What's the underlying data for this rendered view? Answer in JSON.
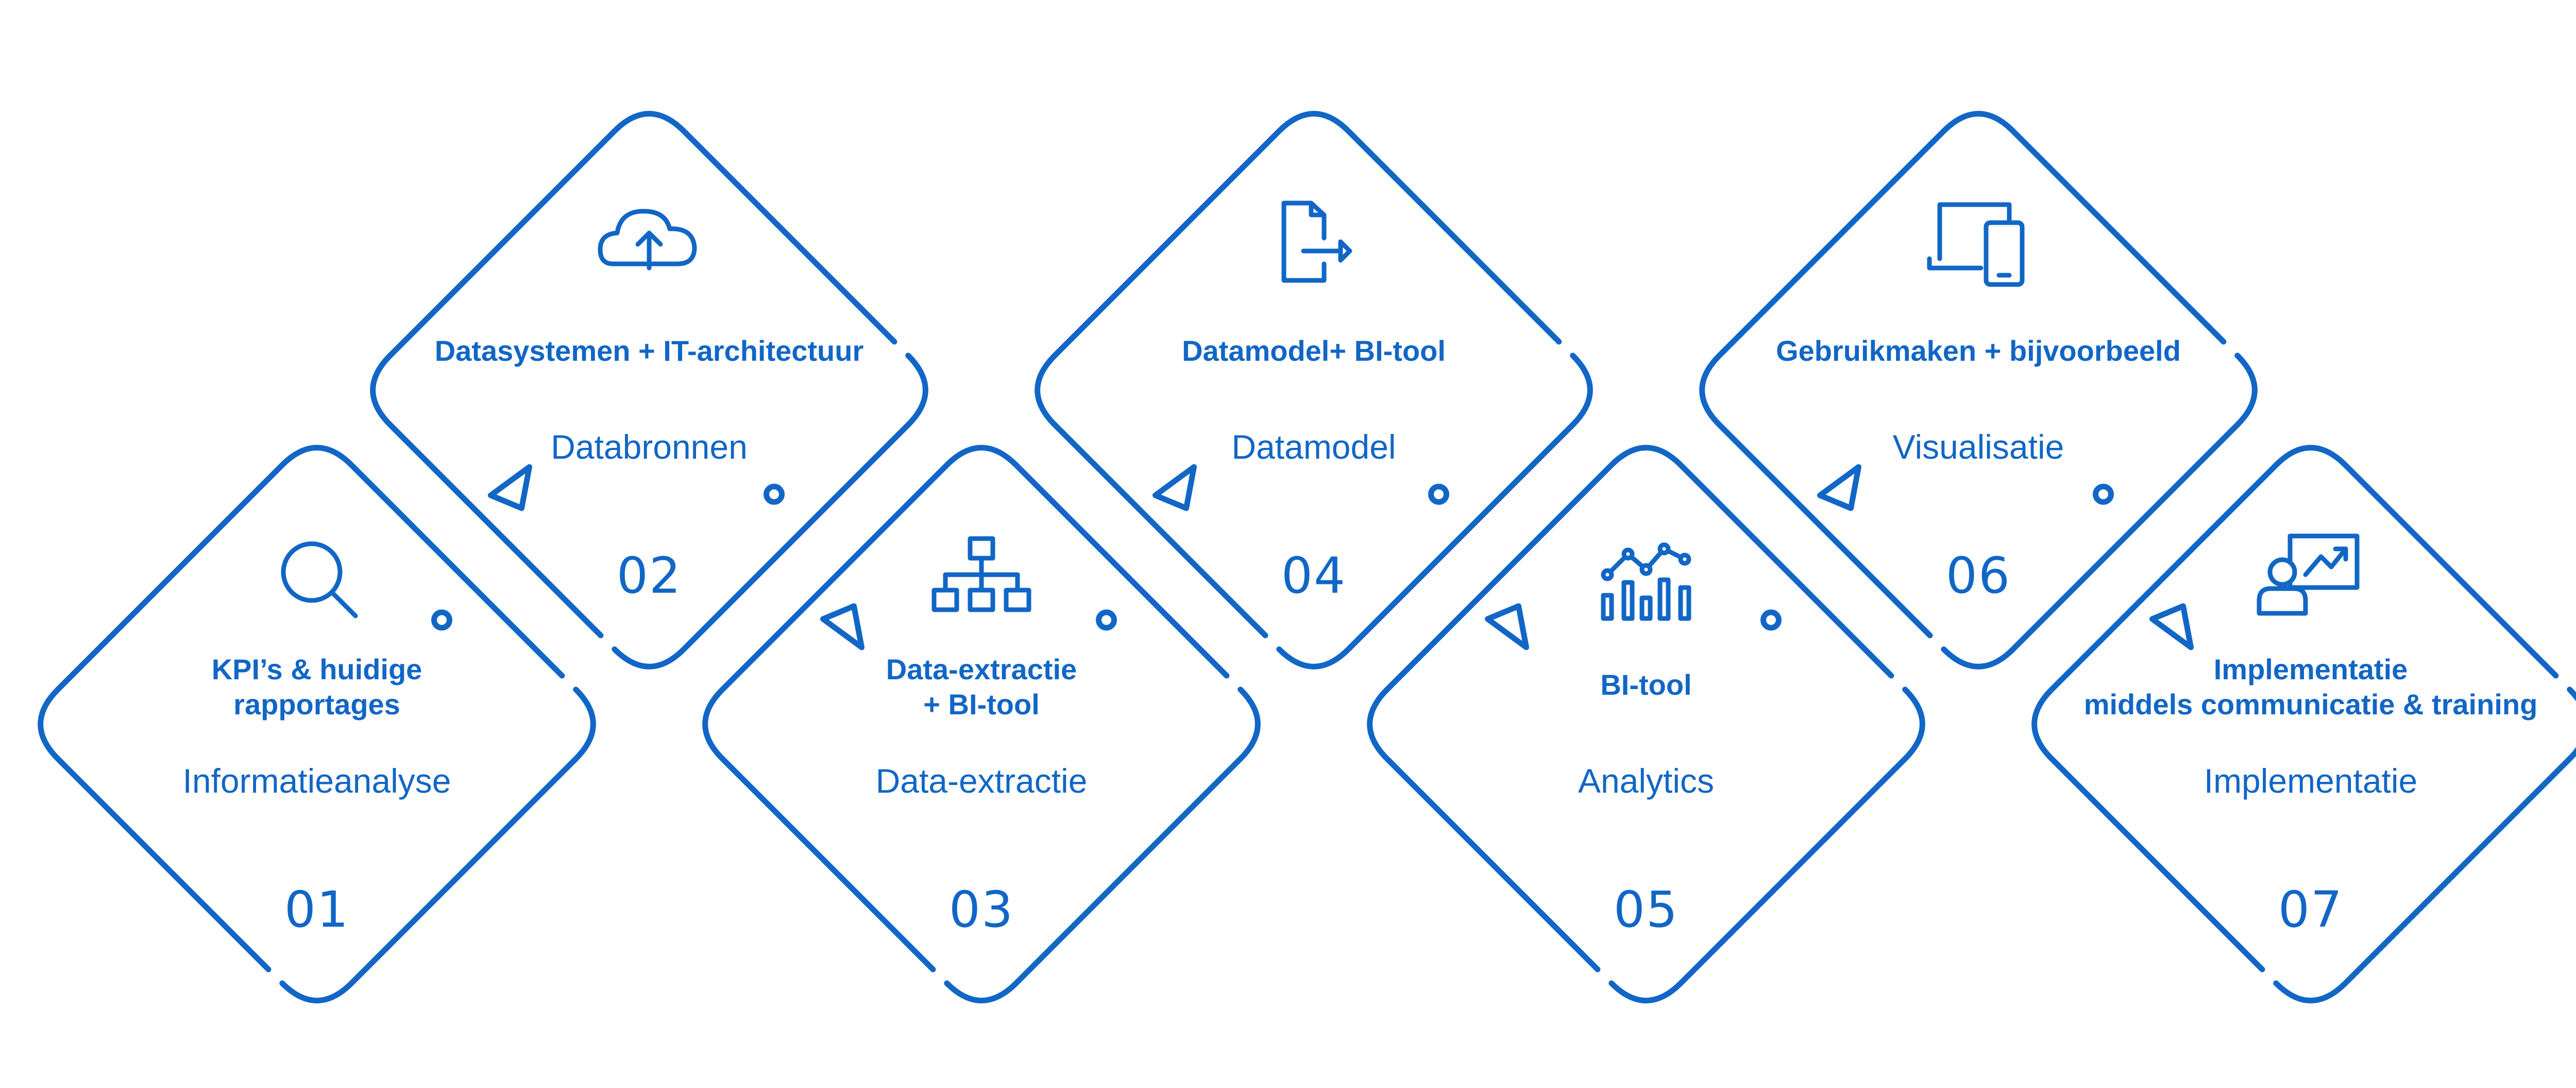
{
  "theme": {
    "stroke_color": "#1166c6",
    "background": "#ffffff"
  },
  "steps": [
    {
      "number": "01",
      "title": "Informatieanalyse",
      "description": "KPI’s & huidige\nrapportages",
      "icon": "magnifier-icon",
      "row": "bottom"
    },
    {
      "number": "02",
      "title": "Databronnen",
      "description": "Datasystemen + IT-architectuur",
      "icon": "cloud-upload-icon",
      "row": "top"
    },
    {
      "number": "03",
      "title": "Data-extractie",
      "description": "Data-extractie\n+ BI-tool",
      "icon": "hierarchy-icon",
      "row": "bottom"
    },
    {
      "number": "04",
      "title": "Datamodel",
      "description": "Datamodel+ BI-tool",
      "icon": "document-export-icon",
      "row": "top"
    },
    {
      "number": "05",
      "title": "Analytics",
      "description": "BI-tool",
      "icon": "bar-line-chart-icon",
      "row": "bottom"
    },
    {
      "number": "06",
      "title": "Visualisatie",
      "description": "Gebruikmaken + bijvoorbeeld",
      "icon": "laptop-tablet-icon",
      "row": "top"
    },
    {
      "number": "07",
      "title": "Implementatie",
      "description": "Implementatie\nmiddels communicatie & training",
      "icon": "presenter-board-icon",
      "row": "bottom"
    }
  ]
}
